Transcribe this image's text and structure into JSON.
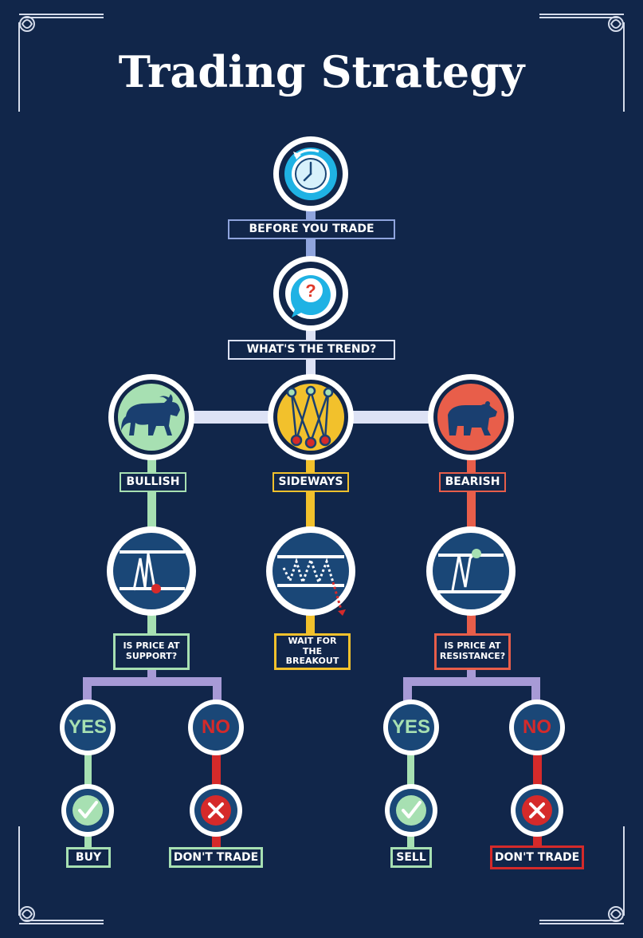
{
  "title": "Trading Strategy",
  "nodes": {
    "before": "BEFORE YOU TRADE",
    "trend": "WHAT'S THE TREND?",
    "bullish": "BULLISH",
    "sideways": "SIDEWAYS",
    "bearish": "BEARISH",
    "support": "IS PRICE AT SUPPORT?",
    "breakout": "WAIT FOR THE BREAKOUT",
    "resistance": "IS PRICE AT RESISTANCE?",
    "yes": "YES",
    "no": "NO",
    "buy": "BUY",
    "sell": "SELL",
    "dont_trade": "DON'T TRADE",
    "question_mark": "?"
  },
  "colors": {
    "background": "#11264a",
    "line_blue": "#8fa4dd",
    "line_light": "#dde2f5",
    "bullish_green": "#a7e0b2",
    "sideways_yellow": "#f2c12c",
    "bearish_red": "#e85e4a",
    "purple": "#a79ad6",
    "no_red": "#d52a2a",
    "icon_navy": "#1a4777"
  },
  "icons": [
    "clock-icon",
    "question-bubble-icon",
    "bull-icon",
    "pendulum-icon",
    "bear-icon",
    "chart-support-icon",
    "chart-range-icon",
    "chart-resistance-icon",
    "check-icon",
    "cross-icon"
  ]
}
